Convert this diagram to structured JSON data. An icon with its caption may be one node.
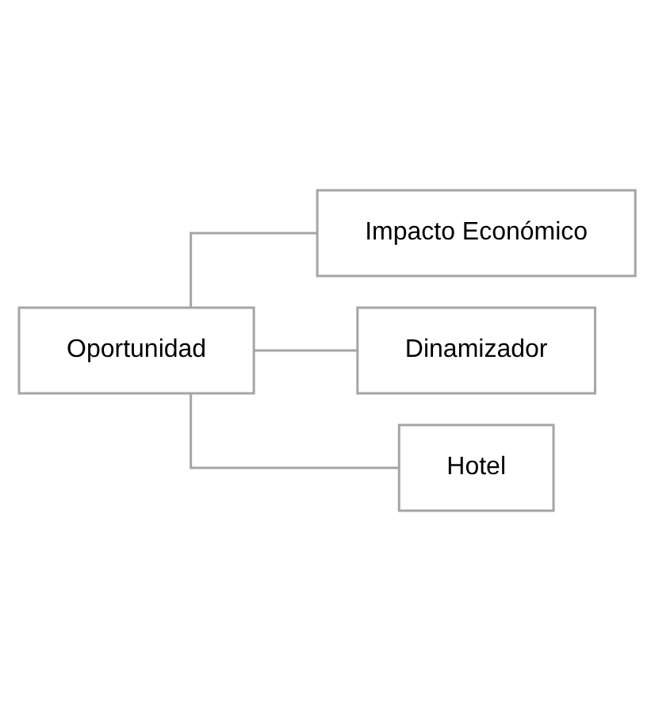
{
  "diagram": {
    "nodes": [
      {
        "text": [
          "Oportunidad"
        ]
      },
      {
        "text": [
          "Impacto Económico"
        ]
      },
      {
        "text": [
          "Dinamizador"
        ]
      },
      {
        "text": [
          "Hotel"
        ]
      }
    ],
    "edges": [
      {
        "from": 0,
        "to": 1,
        "arrow": "none"
      },
      {
        "from": 0,
        "to": 2,
        "arrow": "none"
      },
      {
        "from": 0,
        "to": 3,
        "arrow": "none"
      }
    ]
  }
}
